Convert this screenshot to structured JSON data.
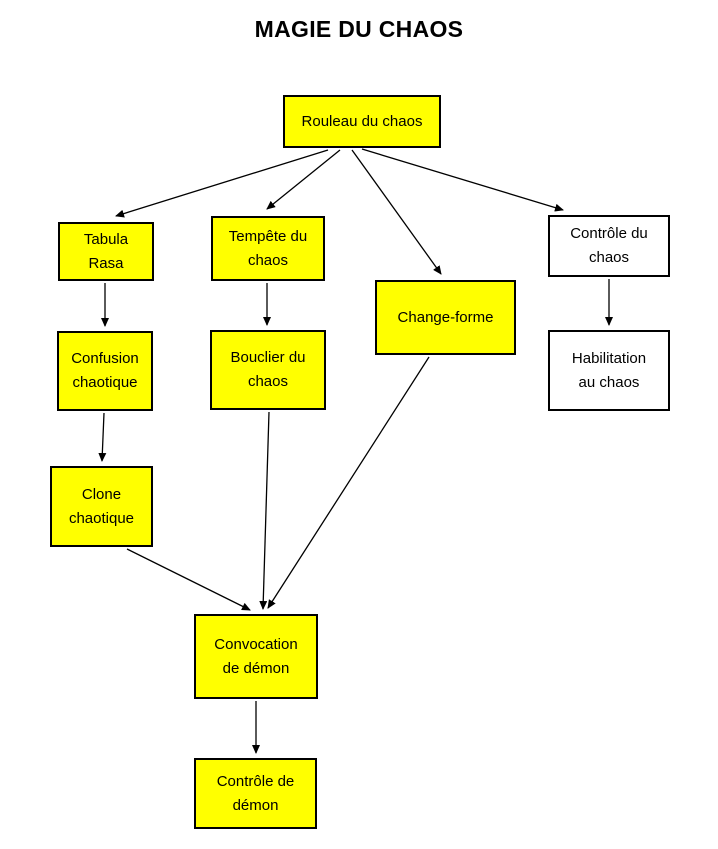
{
  "title": "MAGIE DU CHAOS",
  "colors": {
    "highlight_fill": "#FFFF00",
    "plain_fill": "#FFFFFF",
    "border": "#000000",
    "arrow": "#000000",
    "background": "#FFFFFF"
  },
  "nodes": {
    "rouleau": {
      "label": "Rouleau du chaos",
      "fill": "#FFFF00"
    },
    "tabula": {
      "label": "Tabula\nRasa",
      "fill": "#FFFF00"
    },
    "tempete": {
      "label": "Tempête du\nchaos",
      "fill": "#FFFF00"
    },
    "controle_chaos": {
      "label": "Contrôle du\nchaos",
      "fill": "#FFFFFF"
    },
    "change_forme": {
      "label": "Change-forme",
      "fill": "#FFFF00"
    },
    "confusion": {
      "label": "Confusion\nchaotique",
      "fill": "#FFFF00"
    },
    "bouclier": {
      "label": "Bouclier du\nchaos",
      "fill": "#FFFF00"
    },
    "habilitation": {
      "label": "Habilitation\nau chaos",
      "fill": "#FFFFFF"
    },
    "clone": {
      "label": "Clone\nchaotique",
      "fill": "#FFFF00"
    },
    "convocation": {
      "label": "Convocation\nde démon",
      "fill": "#FFFF00"
    },
    "controle_demon": {
      "label": "Contrôle de\ndémon",
      "fill": "#FFFF00"
    }
  },
  "edges": [
    {
      "from": "rouleau",
      "to": "tabula"
    },
    {
      "from": "rouleau",
      "to": "tempete"
    },
    {
      "from": "rouleau",
      "to": "change_forme"
    },
    {
      "from": "rouleau",
      "to": "controle_chaos"
    },
    {
      "from": "tabula",
      "to": "confusion"
    },
    {
      "from": "tempete",
      "to": "bouclier"
    },
    {
      "from": "controle_chaos",
      "to": "habilitation"
    },
    {
      "from": "confusion",
      "to": "clone"
    },
    {
      "from": "clone",
      "to": "convocation"
    },
    {
      "from": "bouclier",
      "to": "convocation"
    },
    {
      "from": "change_forme",
      "to": "convocation"
    },
    {
      "from": "convocation",
      "to": "controle_demon"
    }
  ]
}
